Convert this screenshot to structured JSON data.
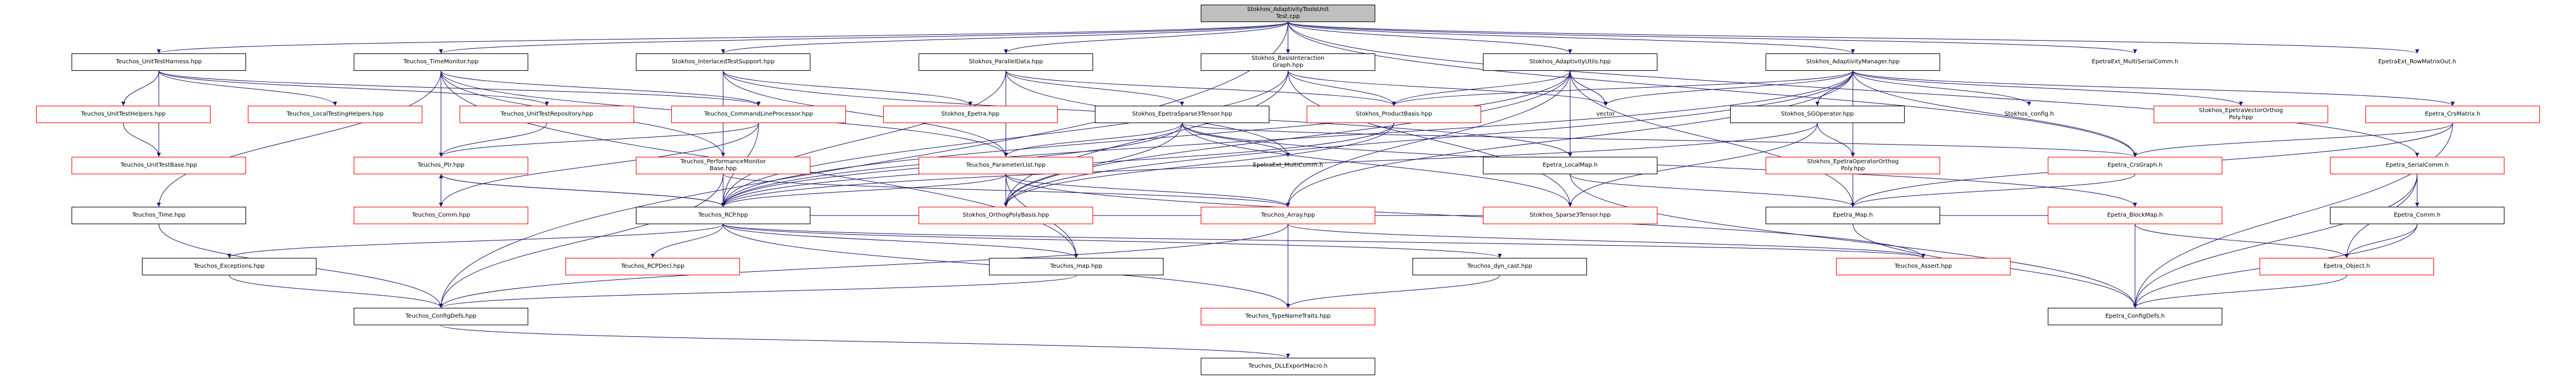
{
  "graph": {
    "edge_color": "#191970",
    "red_border_color": "#ff0000",
    "root_fill": "#bfbfbf",
    "nodes": {
      "root": "Stokhos_AdaptivityToolsUnit\nTest.cpp",
      "unittestharness": "Teuchos_UnitTestHarness.hpp",
      "timemonitor": "Teuchos_TimeMonitor.hpp",
      "interlacedtest": "Stokhos_InterlacedTestSupport.hpp",
      "paralleldata": "Stokhos_ParallelData.hpp",
      "basisinteraction": "Stokhos_BasisInteraction\nGraph.hpp",
      "adaptivityutils": "Stokhos_AdaptivityUtils.hpp",
      "adaptivitymanager": "Stokhos_AdaptivityManager.hpp",
      "mvout": "EpetraExt_MultiSerialComm.h",
      "rowmatrixout": "EpetraExt_RowMatrixOut.h",
      "unittesthelpers": "Teuchos_UnitTestHelpers.hpp",
      "localtestinghelpers": "Teuchos_LocalTestingHelpers.hpp",
      "unittestrepository": "Teuchos_UnitTestRepository.hpp",
      "commandlineprocessor": "Teuchos_CommandLineProcessor.hpp",
      "stokhos_epetra": "Stokhos_Epetra.hpp",
      "epetrasparse3tensor": "Stokhos_EpetraSparse3Tensor.hpp",
      "productbasis": "Stokhos_ProductBasis.hpp",
      "vector": "vector",
      "sgoperator": "Stokhos_SGOperator.hpp",
      "stokhos_config": "Stokhos_config.h",
      "epetravectororthogpoly": "Stokhos_EpetraVectorOrthog\nPoly.hpp",
      "crsmatrix": "Epetra_CrsMatrix.h",
      "unittestbase": "Teuchos_UnitTestBase.hpp",
      "ptr": "Teuchos_Ptr.hpp",
      "performancemonitorbase": "Teuchos_PerformanceMonitor\nBase.hpp",
      "parameterlist": "Teuchos_ParameterList.hpp",
      "multicomm": "EpetraExt_MultiComm.h",
      "localmap": "Epetra_LocalMap.h",
      "epetraoperatororthogpoly": "Stokhos_EpetraOperatorOrthog\nPoly.hpp",
      "crsgraph": "Epetra_CrsGraph.h",
      "serialcomm": "Epetra_SerialComm.h",
      "orthogpolybasis": "Stokhos_OrthogPolyBasis.hpp",
      "epetra_map": "Epetra_Map.h",
      "teuchos_time": "Teuchos_Time.hpp",
      "teuchos_comm": "Teuchos_Comm.hpp",
      "rcp": "Teuchos_RCP.hpp",
      "array": "Teuchos_Array.hpp",
      "sparse3tensor": "Stokhos_Sparse3Tensor.hpp",
      "blockmap": "Epetra_BlockMap.h",
      "epetra_comm": "Epetra_Comm.h",
      "exceptions": "Teuchos_Exceptions.hpp",
      "rcpdecl": "Teuchos_RCPDecl.hpp",
      "teuchos_map": "Teuchos_map.hpp",
      "dyn_cast": "Teuchos_dyn_cast.hpp",
      "assert": "Teuchos_Assert.hpp",
      "epetra_object": "Epetra_Object.h",
      "teuchos_configdefs": "Teuchos_ConfigDefs.hpp",
      "typenametraits": "Teuchos_TypeNameTraits.hpp",
      "epetra_configdefs": "Epetra_ConfigDefs.h",
      "dllexportmacro": "Teuchos_DLLExportMacro.h"
    }
  }
}
